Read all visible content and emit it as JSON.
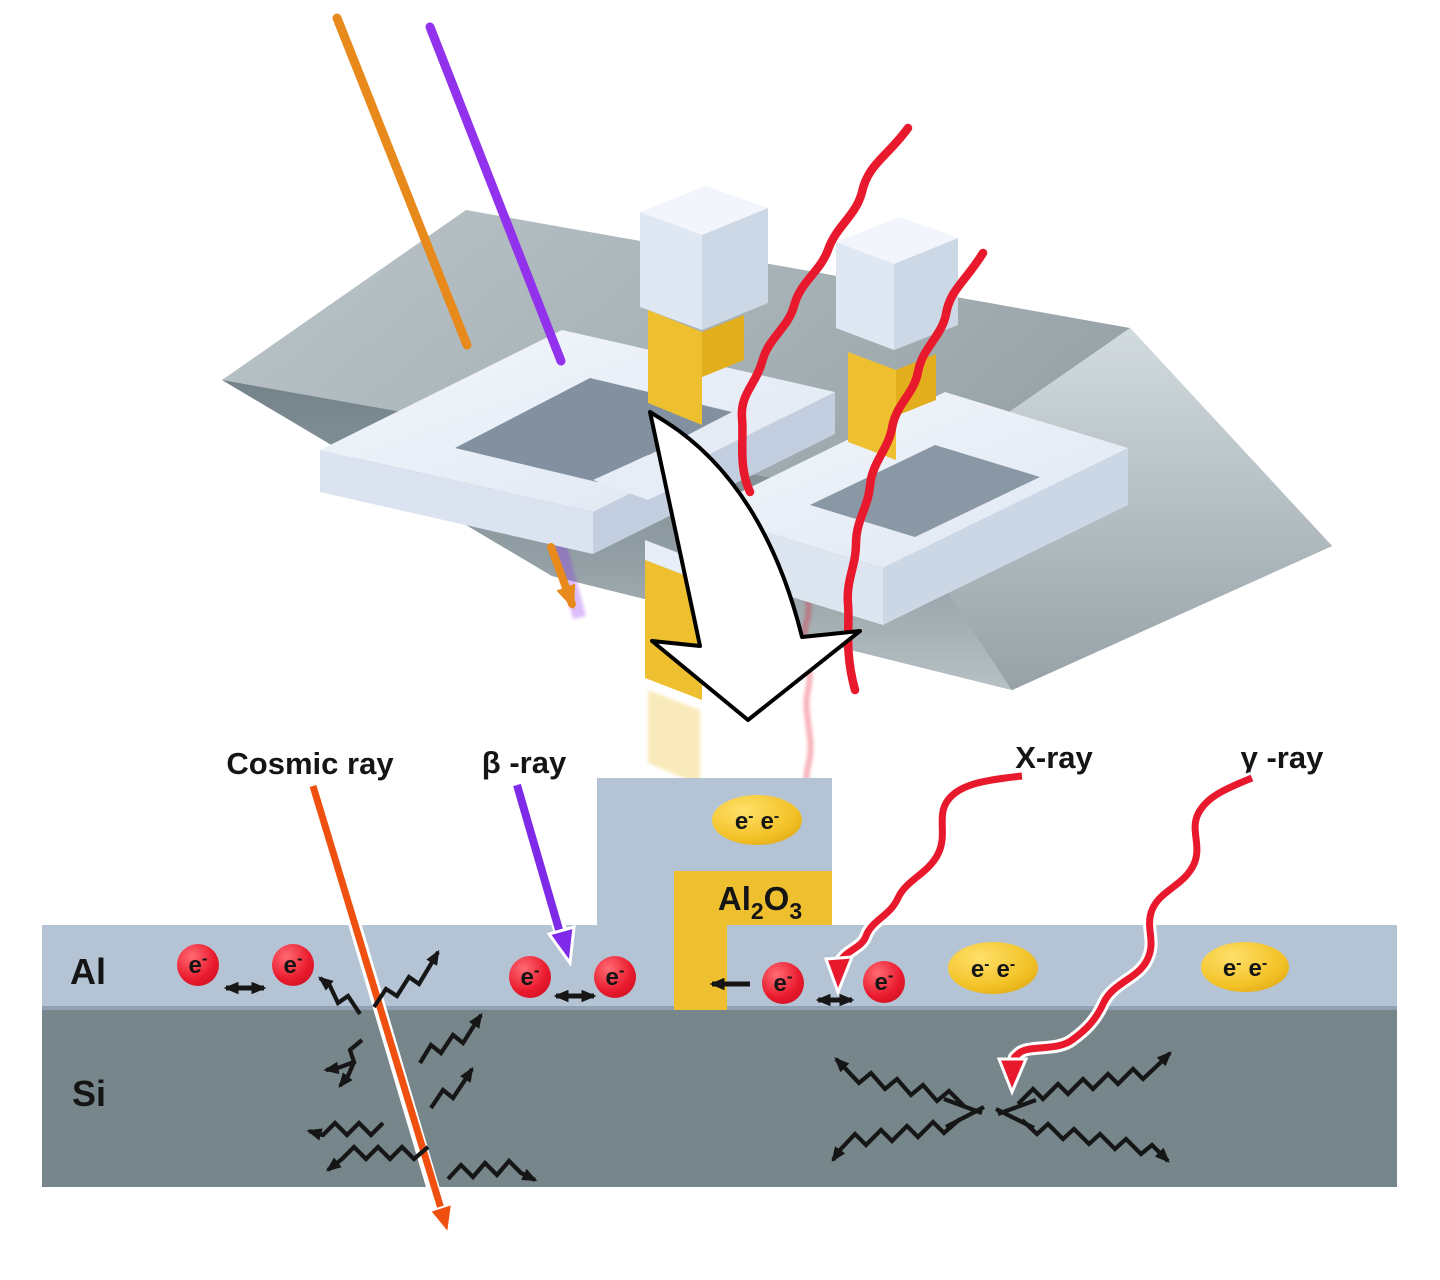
{
  "scene": {
    "description": "Radiation impacts on a superconducting qubit chip",
    "top_panel": {
      "rays": [
        {
          "id": "cosmic-ray",
          "style": "straight",
          "color": "#E8891B"
        },
        {
          "id": "beta-ray",
          "style": "straight",
          "color": "#9232EC"
        },
        {
          "id": "x-ray",
          "style": "wavy",
          "color": "#E8192C"
        },
        {
          "id": "gamma-ray",
          "style": "wavy",
          "color": "#E8192C"
        }
      ],
      "zoom_arrow": {
        "style": "hollow-curved-arrow",
        "fill": "#FFFFFF",
        "outline": "#000000"
      }
    },
    "labels": {
      "cosmic": "Cosmic ray",
      "beta": "β -ray",
      "xray": "X-ray",
      "gamma": "γ -ray",
      "al": "Al",
      "si": "Si"
    },
    "al2o3": {
      "el1": "Al",
      "sub1": "2",
      "el2": "O",
      "sub2": "3"
    },
    "particle": {
      "base": "e",
      "sup": "-"
    },
    "counts": {
      "single_electrons": 6,
      "cooper_pairs": 3
    },
    "colors": {
      "al_layer": "#B5C4D4",
      "si_layer": "#76868B",
      "barrier_yellow": "#EEC02F",
      "electron_red": "#E31226",
      "pair_yellow": "#F2C125",
      "ray_red": "#E8192C",
      "ray_purple": "#8E2DEB",
      "ray_orange_top": "#E8891B",
      "ray_orange_bottom": "#F0500F",
      "substrate_gray": "#9AA6AB",
      "circuit_white": "#F0F4FB"
    }
  }
}
